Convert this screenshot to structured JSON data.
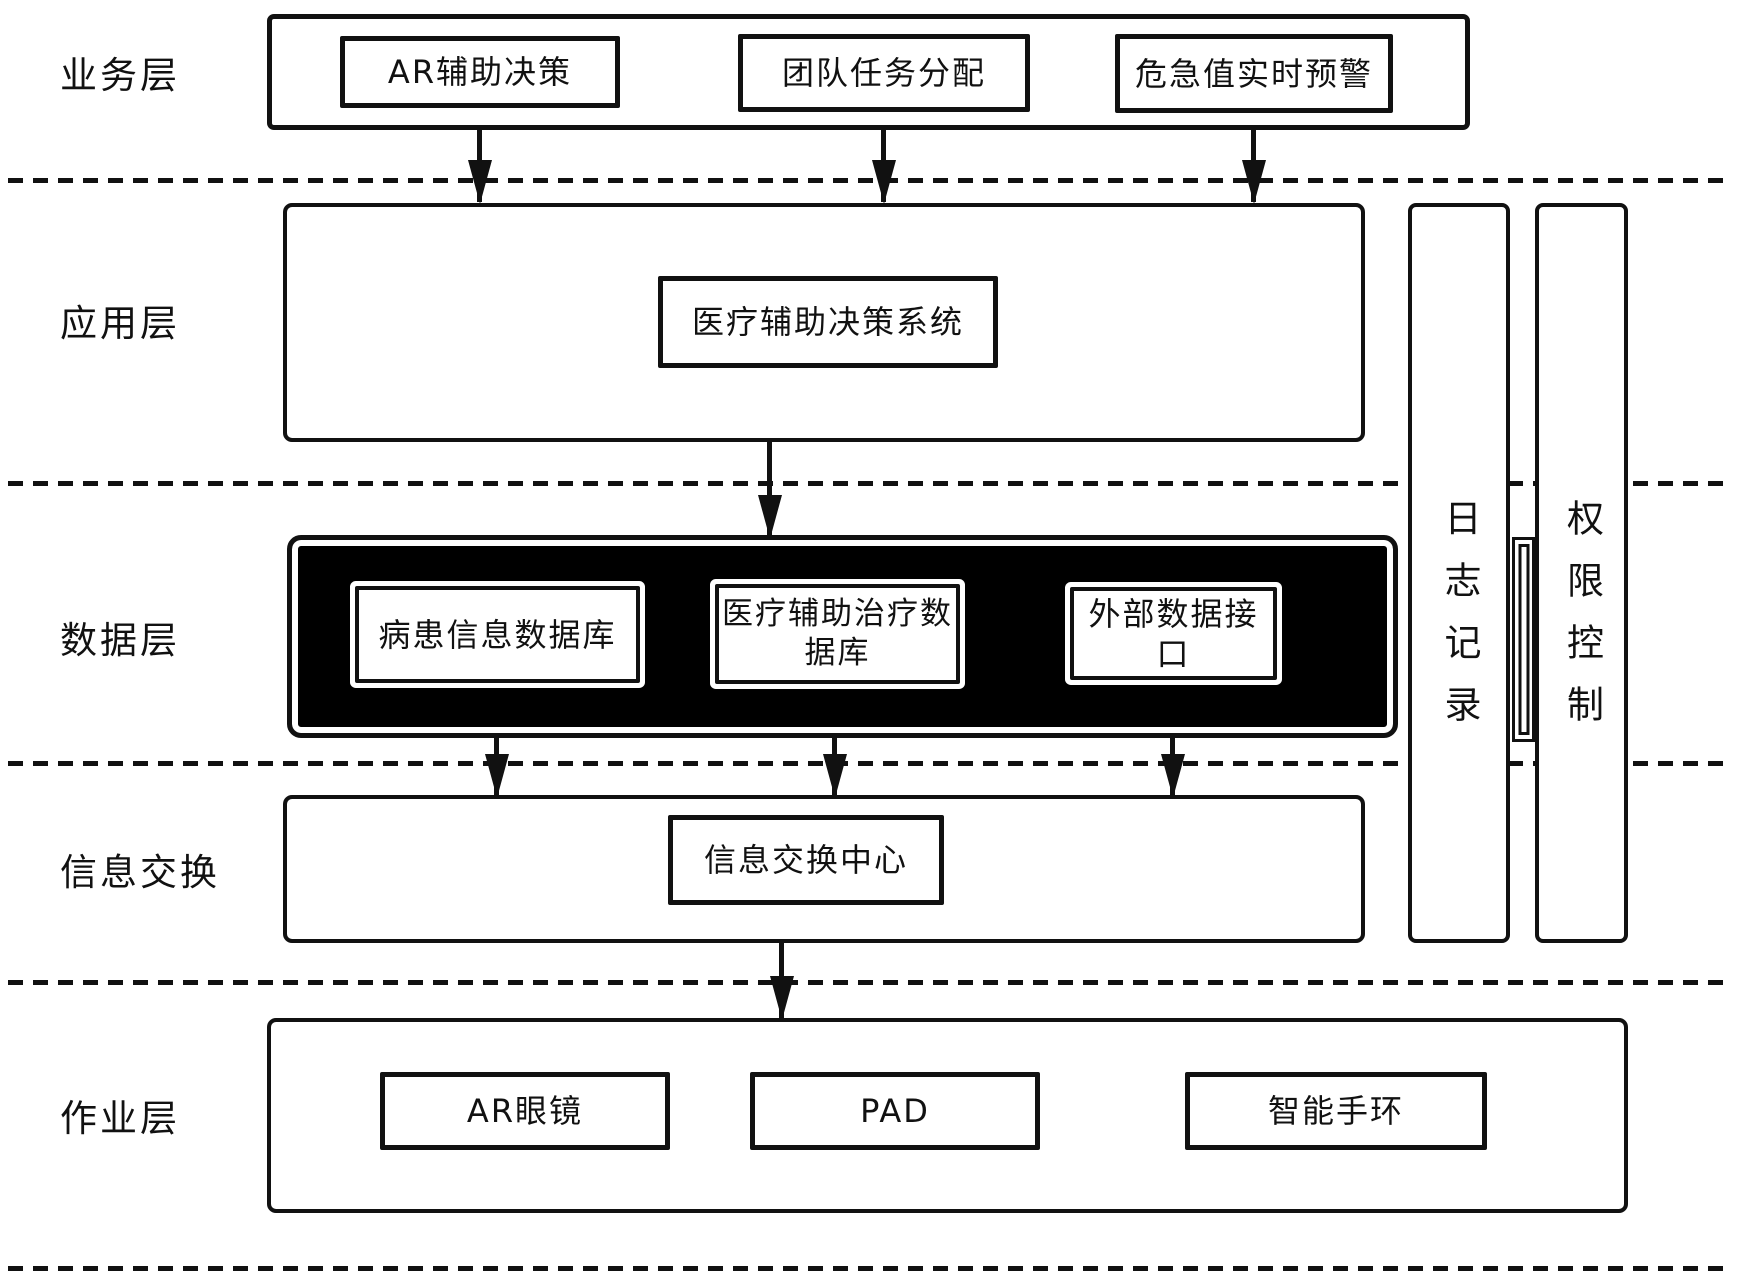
{
  "diagram": {
    "colors": {
      "line": "#111111",
      "background": "#ffffff",
      "data_layer_fill": "#000000"
    },
    "layers": {
      "business": {
        "label": "业务层",
        "boxes": [
          "AR辅助决策",
          "团队任务分配",
          "危急值实时预警"
        ]
      },
      "application": {
        "label": "应用层",
        "box": "医疗辅助决策系统"
      },
      "data": {
        "label": "数据层",
        "boxes": [
          "病患信息数据库",
          "医疗辅助治疗数据库",
          "外部数据接口"
        ]
      },
      "exchange": {
        "label": "信息交换",
        "box": "信息交换中心"
      },
      "operation": {
        "label": "作业层",
        "boxes": [
          "AR眼镜",
          "PAD",
          "智能手环"
        ]
      }
    },
    "sidebars": {
      "log": "日志记录",
      "permission": "权限控制"
    }
  }
}
